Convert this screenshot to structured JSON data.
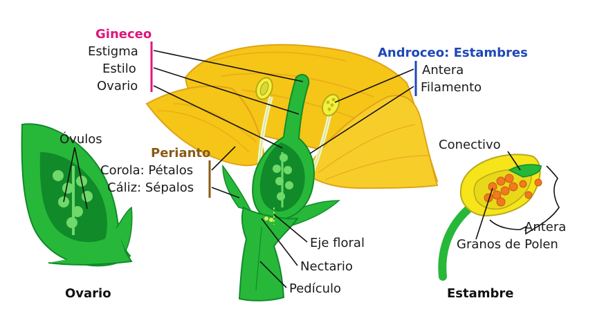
{
  "colors": {
    "gineceo": "#e0157c",
    "androceo": "#1e48b8",
    "perianto": "#8a5a14",
    "petal_yellow": "#f5c518",
    "petal_dark": "#e0a317",
    "green": "#27b83a",
    "green_dark": "#118a2a",
    "green_light": "#6fd96a",
    "pollen_orange": "#f07a1e"
  },
  "groups": {
    "gineceo": "Gineceo",
    "androceo": "Androceo: Estambres",
    "perianto": "Perianto"
  },
  "labels": {
    "estigma": "Estigma",
    "estilo": "Estilo",
    "ovario": "Ovario",
    "antera": "Antera",
    "filamento": "Filamento",
    "corola": "Corola: Pétalos",
    "caliz": "Cáliz: Sépalos",
    "ovulos": "Óvulos",
    "eje_floral": "Eje floral",
    "nectario": "Nectario",
    "pediculo": "Pedículo",
    "conectivo": "Conectivo",
    "antera_estambre": "Antera",
    "granos_polen": "Granos de Polen"
  },
  "captions": {
    "ovario": "Ovario",
    "estambre": "Estambre"
  }
}
